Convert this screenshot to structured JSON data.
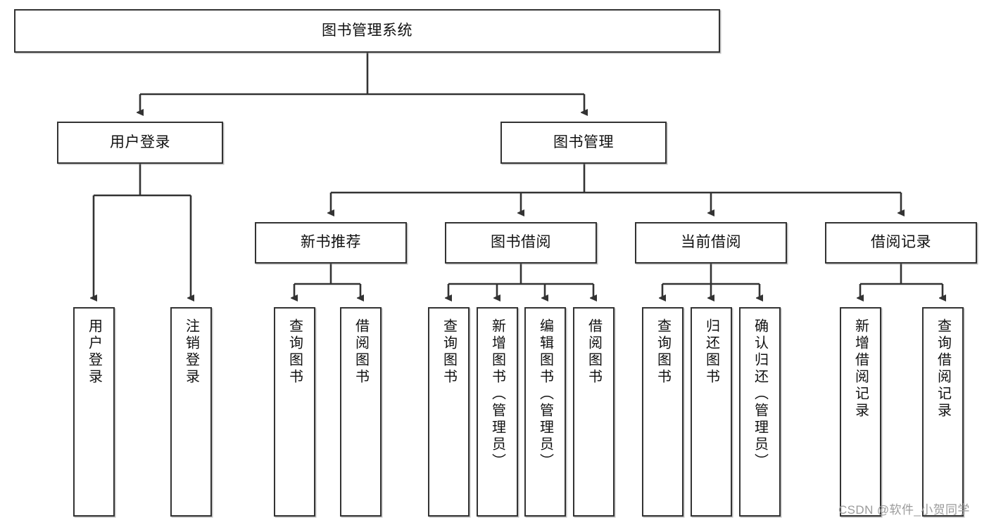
{
  "diagram": {
    "type": "tree-hierarchy-chart",
    "title_node": {
      "id": "root",
      "label": "图书管理系统"
    },
    "colors": {
      "node_border": "#333333",
      "node_fill": "#ffffff",
      "edge": "#333333",
      "text": "#111111",
      "watermark": "#9b9b9b"
    },
    "levels": {
      "level1": [
        {
          "id": "user-login",
          "label": "用户登录"
        },
        {
          "id": "book-manage",
          "label": "图书管理"
        }
      ],
      "level2": [
        {
          "id": "new-book-rec",
          "label": "新书推荐",
          "parent": "book-manage"
        },
        {
          "id": "book-borrow",
          "label": "图书借阅",
          "parent": "book-manage"
        },
        {
          "id": "current-borrow",
          "label": "当前借阅",
          "parent": "book-manage"
        },
        {
          "id": "borrow-record",
          "label": "借阅记录",
          "parent": "book-manage"
        }
      ],
      "leaves": [
        {
          "id": "leaf-user-login",
          "label": "用户登录",
          "parent": "user-login"
        },
        {
          "id": "leaf-user-logout",
          "label": "注销登录",
          "parent": "user-login"
        },
        {
          "id": "leaf-query-book-1",
          "label": "查询图书",
          "parent": "new-book-rec"
        },
        {
          "id": "leaf-borrow-book-1",
          "label": "借阅图书",
          "parent": "new-book-rec"
        },
        {
          "id": "leaf-query-book-2",
          "label": "查询图书",
          "parent": "book-borrow"
        },
        {
          "id": "leaf-add-book",
          "label": "新增图书（管理员）",
          "parent": "book-borrow"
        },
        {
          "id": "leaf-edit-book",
          "label": "编辑图书（管理员）",
          "parent": "book-borrow"
        },
        {
          "id": "leaf-borrow-book-2",
          "label": "借阅图书",
          "parent": "book-borrow"
        },
        {
          "id": "leaf-query-book-3",
          "label": "查询图书",
          "parent": "current-borrow"
        },
        {
          "id": "leaf-return-book",
          "label": "归还图书",
          "parent": "current-borrow"
        },
        {
          "id": "leaf-confirm-return",
          "label": "确认归还（管理员）",
          "parent": "current-borrow"
        },
        {
          "id": "leaf-add-record",
          "label": "新增借阅记录",
          "parent": "borrow-record"
        },
        {
          "id": "leaf-query-record",
          "label": "查询借阅记录",
          "parent": "borrow-record"
        }
      ]
    }
  },
  "watermark": {
    "text": "CSDN @软件_小贺同学"
  }
}
